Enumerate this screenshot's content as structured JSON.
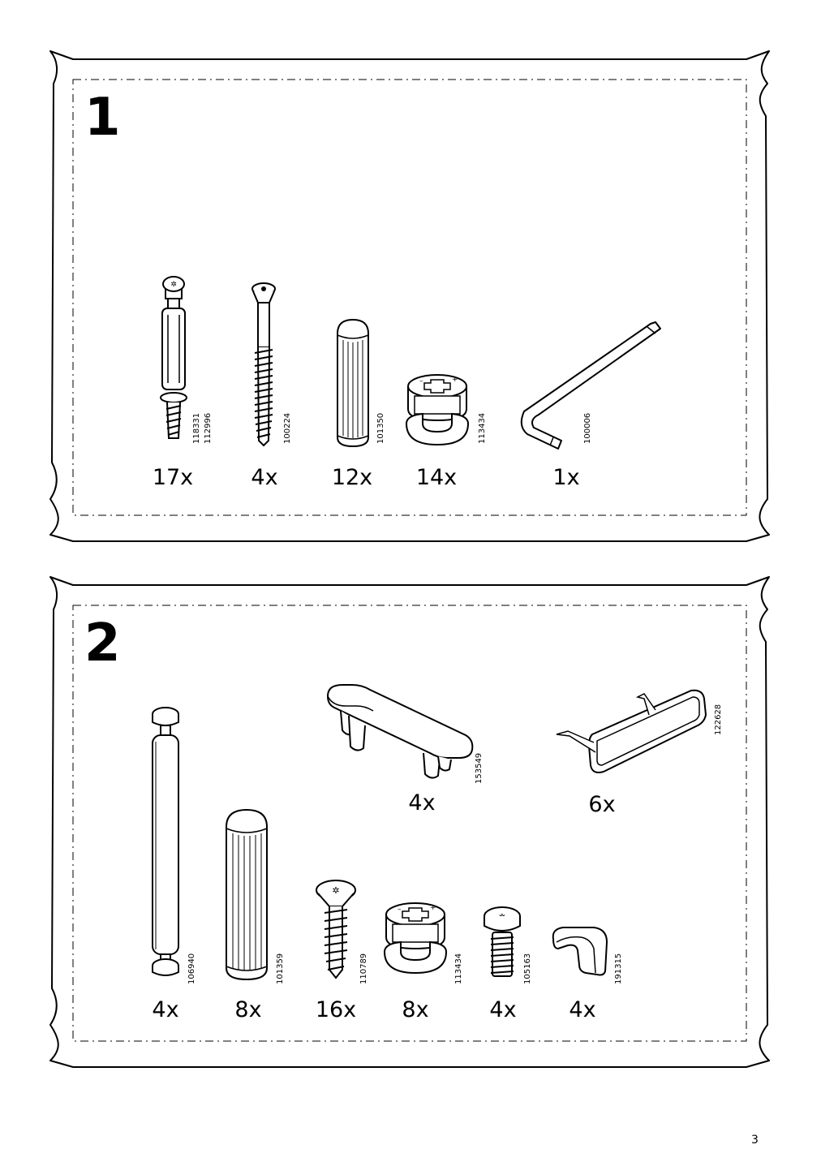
{
  "page": {
    "number": "3"
  },
  "bags": [
    {
      "step": "1",
      "parts": [
        {
          "icon": "cam-lock-bolt-icon",
          "qty": "17x",
          "article": "118331",
          "article2": "112996"
        },
        {
          "icon": "wood-screw-icon",
          "qty": "4x",
          "article": "100224"
        },
        {
          "icon": "wooden-dowel-icon",
          "qty": "12x",
          "article": "101350"
        },
        {
          "icon": "cam-lock-nut-icon",
          "qty": "14x",
          "article": "113434"
        },
        {
          "icon": "allen-key-icon",
          "qty": "1x",
          "article": "100006"
        }
      ]
    },
    {
      "step": "2",
      "parts": [
        {
          "icon": "connector-pin-icon",
          "qty": "4x",
          "article": "106940"
        },
        {
          "icon": "wooden-dowel-icon",
          "qty": "8x",
          "article": "101359"
        },
        {
          "icon": "wood-screw-icon",
          "qty": "16x",
          "article": "110789"
        },
        {
          "icon": "cam-lock-nut-icon",
          "qty": "8x",
          "article": "113434"
        },
        {
          "icon": "machine-screw-icon",
          "qty": "4x",
          "article": "105163"
        },
        {
          "icon": "shelf-support-icon",
          "qty": "4x",
          "article": "191315"
        },
        {
          "icon": "drawer-stop-icon",
          "qty": "4x",
          "article": "153549"
        },
        {
          "icon": "nail-bumper-icon",
          "qty": "6x",
          "article": "122628"
        }
      ]
    }
  ]
}
